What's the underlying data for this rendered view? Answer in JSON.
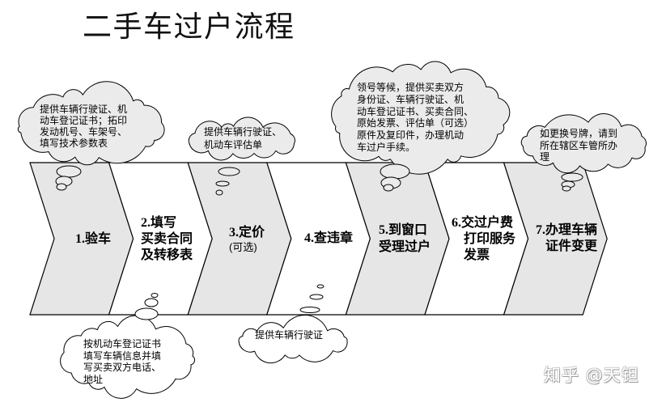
{
  "title": "二手车过户流程",
  "colors": {
    "shaded_fill": "#e6e6e6",
    "cloud_fill": "#ebebeb",
    "plain_fill": "#ffffff",
    "outline": "#000000"
  },
  "steps": [
    {
      "shaded": true,
      "label_lines": [
        "1.验车"
      ]
    },
    {
      "shaded": false,
      "label_lines": [
        "2.填写",
        "买卖合同",
        "及转移表"
      ]
    },
    {
      "shaded": true,
      "label_lines": [
        "3.定价"
      ],
      "note": "(可选)"
    },
    {
      "shaded": false,
      "label_lines": [
        "4.查违章"
      ]
    },
    {
      "shaded": true,
      "label_lines": [
        "5.到窗口",
        "受理过户"
      ]
    },
    {
      "shaded": false,
      "label_lines": [
        "6.交过户费",
        "打印服务",
        "发票"
      ]
    },
    {
      "shaded": true,
      "label_lines": [
        "7.办理车辆",
        "证件变更"
      ]
    }
  ],
  "callouts": [
    {
      "attached_step": 1,
      "side": "above",
      "shaded": true,
      "lines": [
        "提供车辆行驶证、机",
        "动车登记证书；拓印",
        "发动机号、车架号、",
        "填写技术参数表"
      ]
    },
    {
      "attached_step": 3,
      "side": "above",
      "shaded": true,
      "lines": [
        "提供车辆行驶证、",
        "机动车评估单"
      ]
    },
    {
      "attached_step": 5,
      "side": "above",
      "shaded": true,
      "lines": [
        "领号等候，提供买卖双方",
        "身份证、车辆行驶证、机",
        "动车登记证书、买卖合同、",
        "原始发票、评估单（可选）",
        "原件及复印件，办理机动",
        "车过户手续。"
      ]
    },
    {
      "attached_step": 7,
      "side": "above",
      "shaded": true,
      "lines": [
        "如更换号牌，请到",
        "所在辖区车管所办",
        "理"
      ]
    },
    {
      "attached_step": 2,
      "side": "below",
      "shaded": false,
      "lines": [
        "按机动车登记证书",
        "填写车辆信息并填",
        "写买卖双方电话、",
        "地址"
      ]
    },
    {
      "attached_step": 4,
      "side": "below",
      "shaded": false,
      "lines": [
        "提供车辆行驶证"
      ]
    }
  ],
  "watermark": "知乎 @天钽"
}
